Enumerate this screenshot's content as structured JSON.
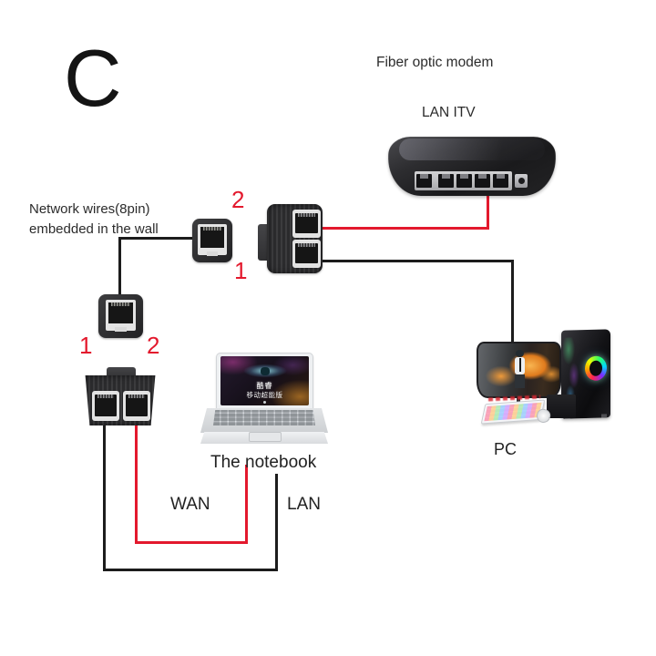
{
  "page": {
    "background": "#ffffff"
  },
  "colors": {
    "wire_black": "#1c1c1c",
    "wire_red": "#e3192d",
    "label_text": "#2b2b2b"
  },
  "variant_letter": "C",
  "labels": {
    "modem_title": "Fiber optic modem",
    "modem_subtitle": "LAN ITV",
    "wall_note_line1": "Network wires(8pin)",
    "wall_note_line2": "embedded in the wall",
    "notebook_caption": "The notebook",
    "wan": "WAN",
    "lan": "LAN",
    "pc_caption": "PC"
  },
  "port_numbers": {
    "upper_splitter_top": "2",
    "upper_splitter_bottom": "1",
    "lower_splitter_left": "1",
    "lower_splitter_right": "2"
  },
  "laptop_screen": {
    "brand_line1": "酷睿",
    "brand_line2": "移动超能版"
  },
  "illustrations": [
    {
      "name": "fiber-modem-image",
      "desc": "black 5-port modem switch"
    },
    {
      "name": "rj45-splitter-upper-image",
      "desc": "1-to-2 RJ45 splitter, ports facing right"
    },
    {
      "name": "wall-jack-upper-image",
      "desc": "single RJ45 wall jack"
    },
    {
      "name": "wall-jack-lower-image",
      "desc": "single RJ45 wall jack"
    },
    {
      "name": "rj45-splitter-lower-image",
      "desc": "1-to-2 RJ45 splitter, ports facing down"
    },
    {
      "name": "notebook-image",
      "desc": "silver laptop with colorful wallpaper"
    },
    {
      "name": "pc-image",
      "desc": "gaming PC: curved monitor, RGB tower, keyboard, mouse"
    }
  ]
}
